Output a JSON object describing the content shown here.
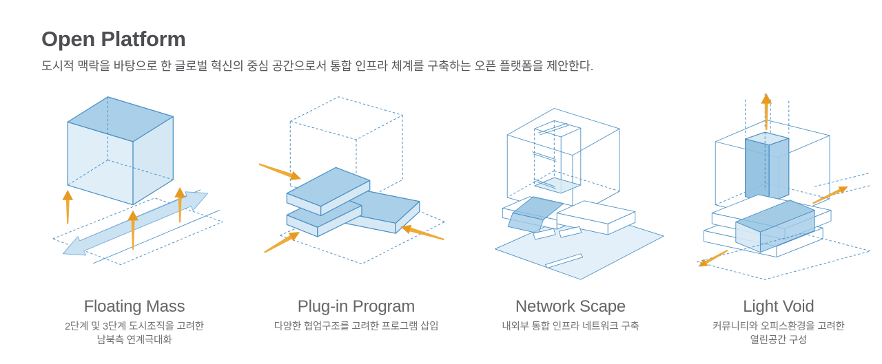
{
  "page": {
    "title": "Open Platform",
    "subtitle": "도시적 맥락을 바탕으로 한 글로벌 혁신의 중심 공간으로서 통합 인프라 체계를 구축하는 오픈 플랫폼을 제안한다."
  },
  "colors": {
    "line_blue": "#4a90c5",
    "face_top_blue": "#a9cfe9",
    "face_light_blue": "#e0eef8",
    "ground_blue": "#dcecf7",
    "band_arrow_blue": "#cbe2f3",
    "arrow_orange": "#e69b20",
    "title_gray": "#4d4e52",
    "caption_gray": "#6f7074"
  },
  "concepts": [
    {
      "title": "Floating Mass",
      "caption": "2단계 및 3단계 도시조직을 고려한\n남북측 연계극대화",
      "icon": "floating-mass-diagram"
    },
    {
      "title": "Plug-in Program",
      "caption": "다양한 협업구조를 고려한 프로그램 삽입",
      "icon": "plug-in-program-diagram"
    },
    {
      "title": "Network Scape",
      "caption": "내외부 통합 인프라 네트워크 구축",
      "icon": "network-scape-diagram"
    },
    {
      "title": "Light Void",
      "caption": "커뮤니티와 오피스환경을 고려한\n열린공간 구성",
      "icon": "light-void-diagram"
    }
  ]
}
